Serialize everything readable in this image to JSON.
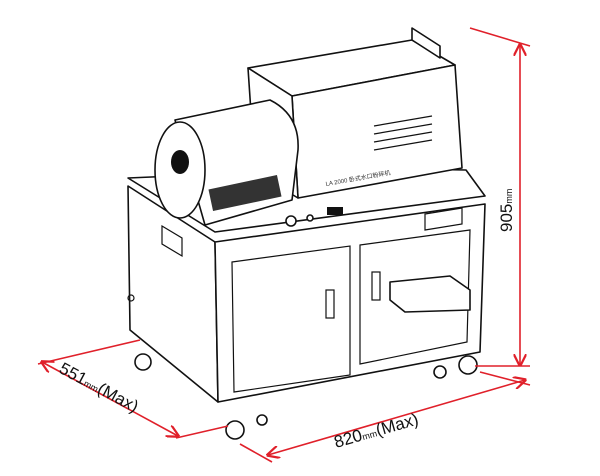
{
  "drawing": {
    "model_label": "LA 2000 卧式水口粉碎机",
    "dimensions": {
      "height": {
        "value": "905",
        "unit": "mm"
      },
      "width": {
        "value": "820",
        "unit": "mm",
        "suffix": "(Max)"
      },
      "depth": {
        "value": "551",
        "unit": "mm",
        "suffix": "(Max)"
      }
    },
    "colors": {
      "dimension_line": "#e0202a",
      "outline": "#111111"
    }
  }
}
